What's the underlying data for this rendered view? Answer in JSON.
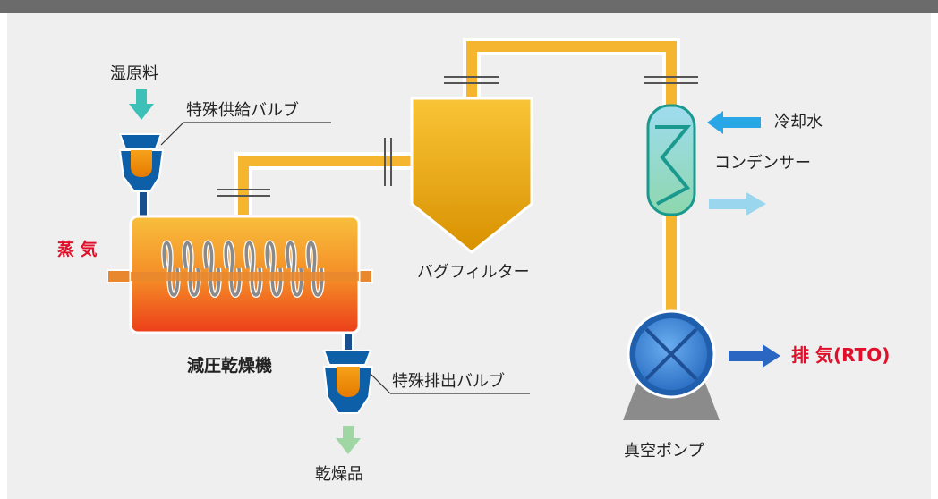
{
  "labels": {
    "wet_material": "湿原料",
    "special_feed_valve": "特殊供給バルブ",
    "steam": "蒸 気",
    "vacuum_dryer": "減圧乾燥機",
    "special_discharge_valve": "特殊排出バルブ",
    "dried_product": "乾燥品",
    "bag_filter": "バグフィルター",
    "cooling_water": "冷却水",
    "condenser": "コンデンサー",
    "vacuum_pump": "真空ポンプ",
    "exhaust": "排 気",
    "exhaust_suffix": "(RTO)"
  },
  "colors": {
    "header_bar": "#6b6b6b",
    "panel_bg": "#efefef",
    "pipe": "#f5b52e",
    "pipe_outline": "#ffffff",
    "dryer_top": "#f7b63a",
    "dryer_bottom": "#ef4a1e",
    "screw": "#8a8a8a",
    "shaft": "#e8872e",
    "valve_body": "#0d5fa8",
    "valve_core": "#f0920a",
    "bag_filter_top": "#f8bd33",
    "bag_filter_bottom": "#d99300",
    "condenser_top": "#8fd8ea",
    "condenser_bottom": "#7fd0a8",
    "condenser_coil": "#1a9a8e",
    "pump_body": "#1f5fae",
    "pump_face": "#5b9fe3",
    "pump_base": "#8b8b8b",
    "feed_arrow": "#3cc0b8",
    "product_arrow": "#9fd6a4",
    "cooling_in_arrow": "#29a6e6",
    "cooling_out_arrow": "#9ad7ef",
    "exhaust_arrow": "#2a66c2",
    "steam_text": "#e0102a"
  },
  "icons": [
    "wet-material-arrow-icon",
    "dried-product-arrow-icon",
    "cooling-water-in-arrow-icon",
    "cooling-water-out-arrow-icon",
    "exhaust-arrow-icon"
  ]
}
